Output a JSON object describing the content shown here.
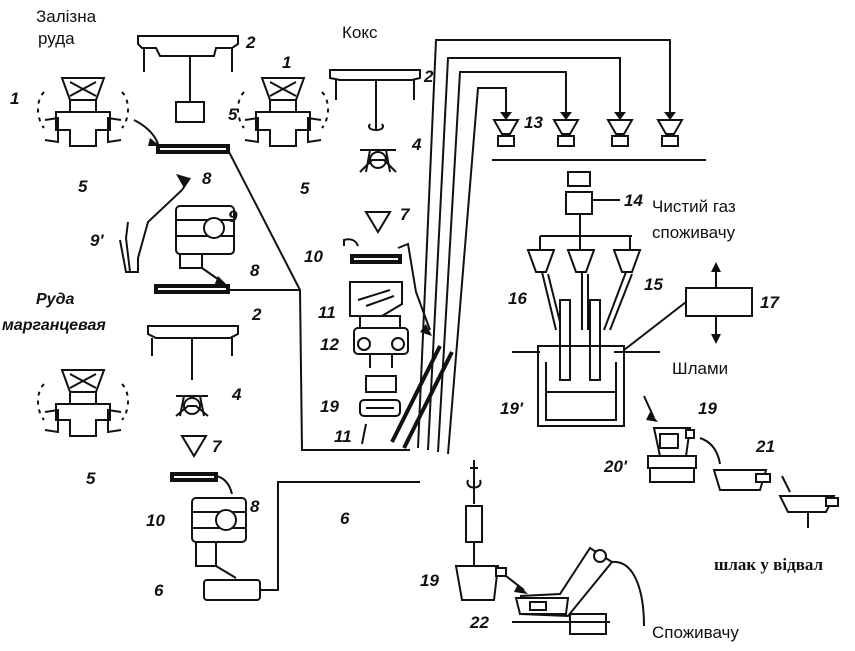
{
  "labels": {
    "iron_ore": [
      "Залізна",
      "руда"
    ],
    "coke": "Кокс",
    "manganese_ore": [
      "Руда",
      "марганцевая"
    ],
    "clean_gas": [
      "Чистий газ",
      "споживачу"
    ],
    "sludge": "Шлами",
    "slag_dump": "шлак у відвал",
    "to_consumer": "Споживачу"
  },
  "numbers": {
    "n1a": "1",
    "n1b": "1",
    "n2a": "2",
    "n2b": "2",
    "n2c": "2",
    "n4a": "4",
    "n4b": "4",
    "n5a": "5",
    "n5b": "5",
    "n5c": "5",
    "n5d": "5",
    "n6a": "6",
    "n6b": "6",
    "n7a": "7",
    "n7b": "7",
    "n8a": "8",
    "n8b": "8",
    "n8c": "8",
    "n9a": "9",
    "n9b": "9'",
    "n10a": "10",
    "n10b": "10",
    "n11a": "11",
    "n11b": "11",
    "n12": "12",
    "n13": "13",
    "n14": "14",
    "n15": "15",
    "n16": "16",
    "n17": "17",
    "n19a": "19",
    "n19b": "19'",
    "n19c": "19",
    "n19d": "19",
    "n20": "20'",
    "n21": "21",
    "n22": "22"
  }
}
